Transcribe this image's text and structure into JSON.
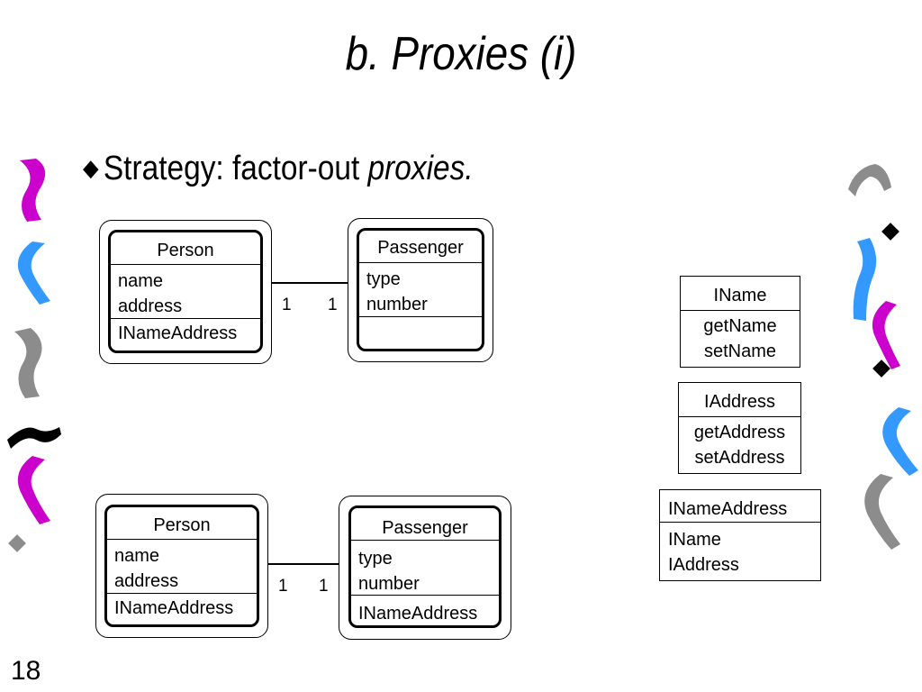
{
  "slide": {
    "title": "b.  Proxies (i)",
    "bullet_marker": "◆",
    "bullet_text": "Strategy: factor-out ",
    "bullet_emph": "proxies.",
    "page_number": "18"
  },
  "diagram_top": {
    "person": {
      "name": "Person",
      "attrs": [
        "name",
        "address"
      ],
      "ops": [
        "INameAddress"
      ]
    },
    "passenger": {
      "name": "Passenger",
      "attrs": [
        "type",
        "number"
      ],
      "ops": []
    },
    "mult_left": "1",
    "mult_right": "1"
  },
  "diagram_bottom": {
    "person": {
      "name": "Person",
      "attrs": [
        "name",
        "address"
      ],
      "ops": [
        "INameAddress"
      ]
    },
    "passenger": {
      "name": "Passenger",
      "attrs": [
        "type",
        "number"
      ],
      "ops": [
        "INameAddress"
      ]
    },
    "mult_left": "1",
    "mult_right": "1"
  },
  "interfaces": {
    "iname": {
      "name": "IName",
      "members": [
        "getName",
        "setName"
      ]
    },
    "iaddress": {
      "name": "IAddress",
      "members": [
        "getAddress",
        "setAddress"
      ]
    },
    "inameaddress": {
      "name": "INameAddress",
      "members": [
        "IName",
        "IAddress"
      ]
    }
  },
  "colors": {
    "magenta": "#cc00cc",
    "blue": "#3399ff",
    "gray": "#8c8c8c",
    "black": "#000000"
  },
  "decor_icons": [
    "squiggle-icon",
    "diamond-icon"
  ]
}
